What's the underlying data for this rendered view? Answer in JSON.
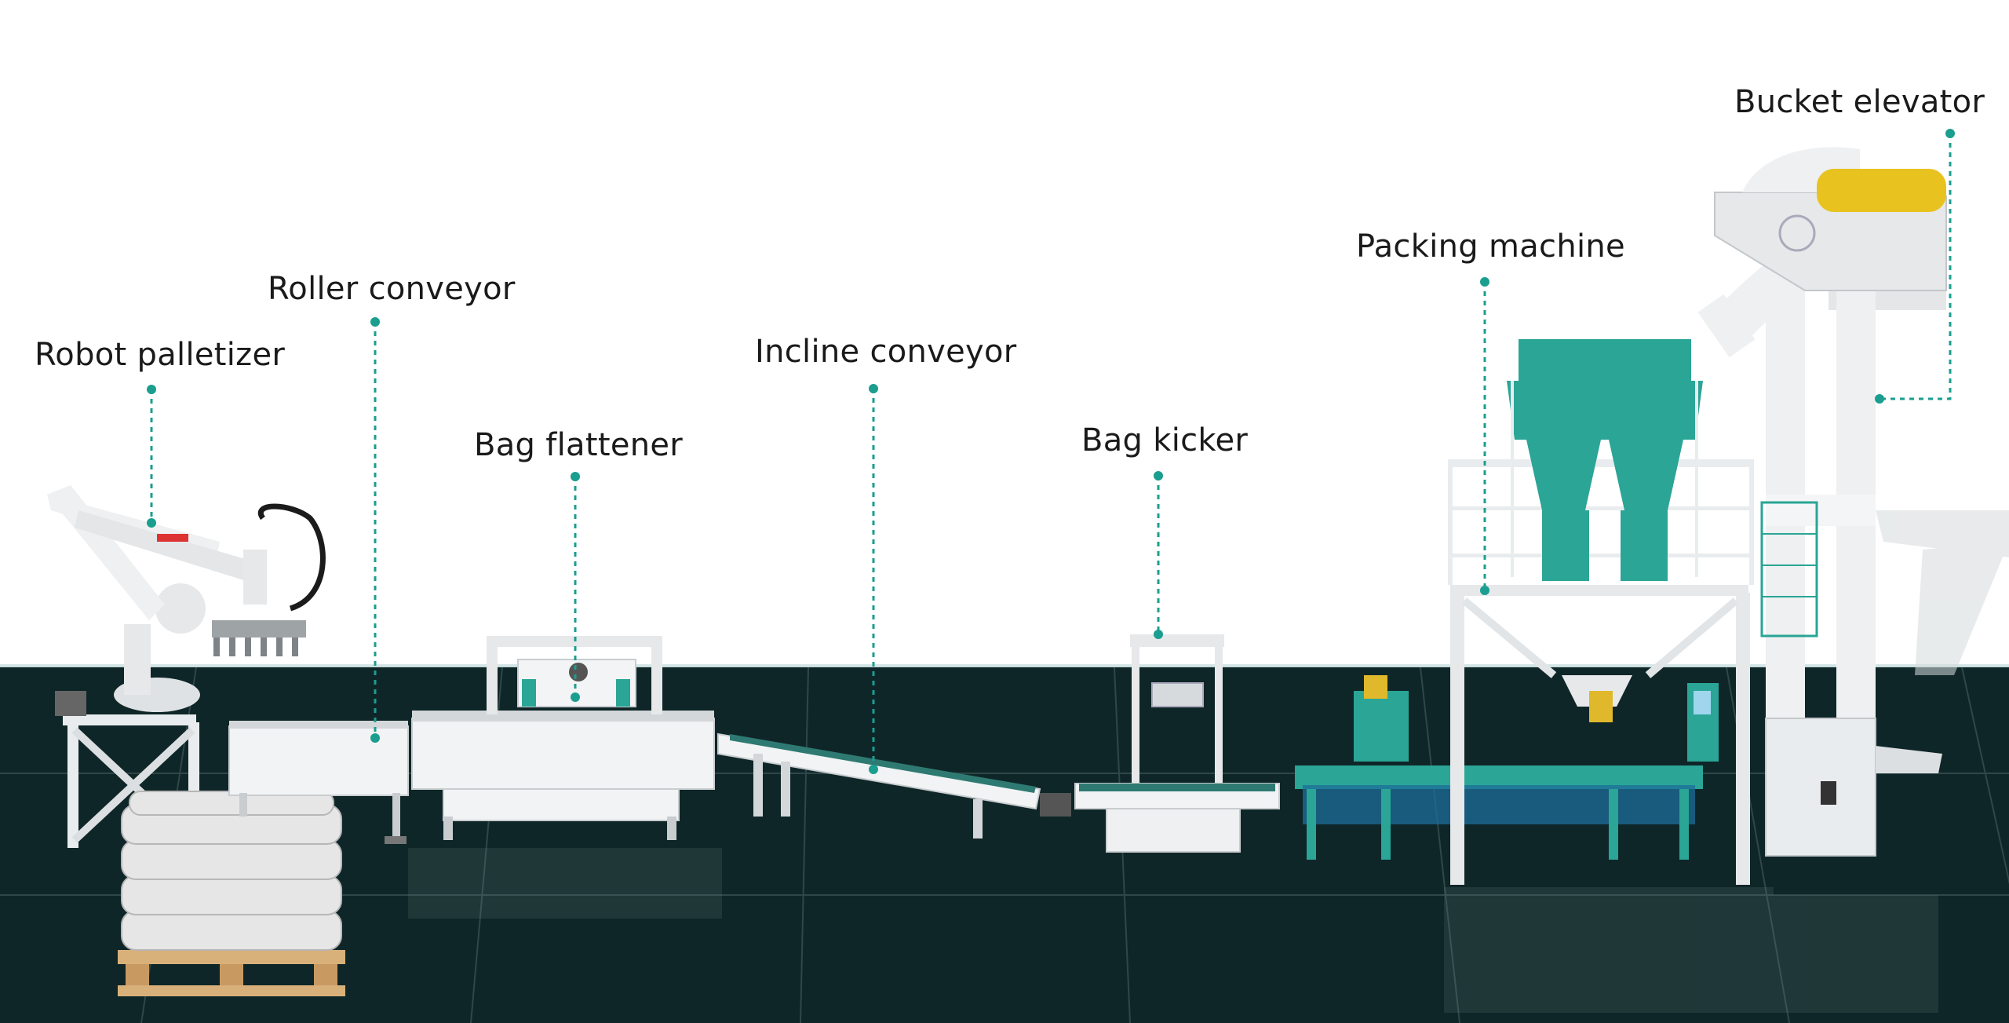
{
  "labels": {
    "robot_palletizer": "Robot palletizer",
    "roller_conveyor": "Roller conveyor",
    "bag_flattener": "Bag flattener",
    "incline_conveyor": "Incline conveyor",
    "bag_kicker": "Bag kicker",
    "packing_machine": "Packing machine",
    "bucket_elevator": "Bucket elevator"
  },
  "colors": {
    "callout_line": "#1a9e8f",
    "machine_teal": "#2aa596",
    "machine_white": "#f1f3f4",
    "floor": "#0f2628",
    "bag_white": "#e6e6e6",
    "pallet_wood": "#d8b07a",
    "elevator_cap": "#e8c21f"
  }
}
